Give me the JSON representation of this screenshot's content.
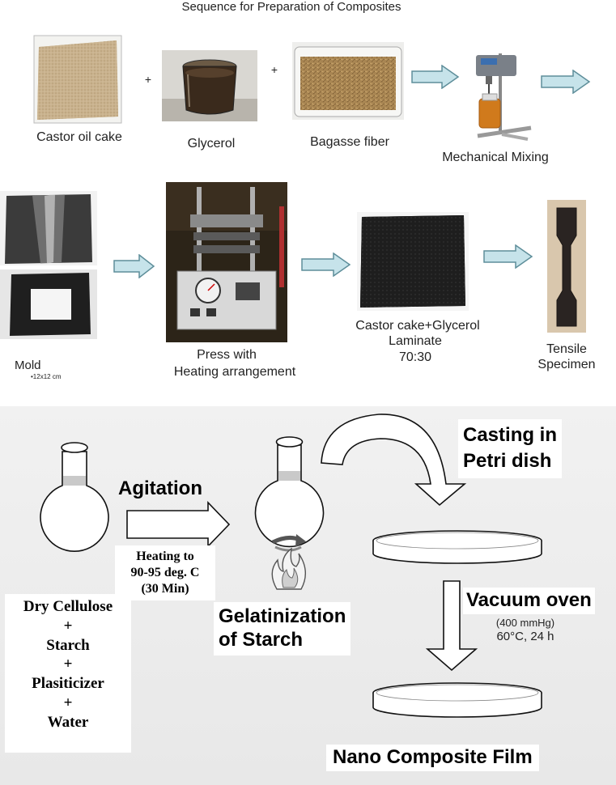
{
  "title": "Sequence for Preparation of Composites",
  "top_row": {
    "castor_label": "Castor oil cake",
    "plus_1": "+",
    "glycerol_label": "Glycerol",
    "plus_2": "+",
    "bagasse_label": "Bagasse fiber",
    "mixing_label": "Mechanical Mixing"
  },
  "middle_row": {
    "mold_label": "Mold",
    "mold_size": "•12x12 cm",
    "press_line1": "Press with",
    "press_line2": "Heating arrangement",
    "laminate_line1": "Castor cake+Glycerol",
    "laminate_line2": "Laminate",
    "laminate_line3": "70:30",
    "tensile_line1": "Tensile",
    "tensile_line2": "Specimen"
  },
  "bottom": {
    "agitation": "Agitation",
    "heating_line1": "Heating to",
    "heating_line2": "90-95 deg. C",
    "heating_line3": "(30 Min)",
    "ingredients": [
      "Dry Cellulose",
      "+",
      "Starch",
      "+",
      "Plasiticizer",
      "+",
      "Water"
    ],
    "gelatinization_line1": "Gelatinization",
    "gelatinization_line2": "of Starch",
    "casting_line1": "Casting in",
    "casting_line2": "Petri dish",
    "vacuum_title": "Vacuum oven",
    "vacuum_pressure": "(400 mmHg)",
    "vacuum_conditions": "60°C, 24 h",
    "final_label": "Nano Composite Film"
  },
  "colors": {
    "arrow_fill": "#c6e3ea",
    "arrow_stroke": "#5e8e9a",
    "panel_bg": "#ececec"
  }
}
